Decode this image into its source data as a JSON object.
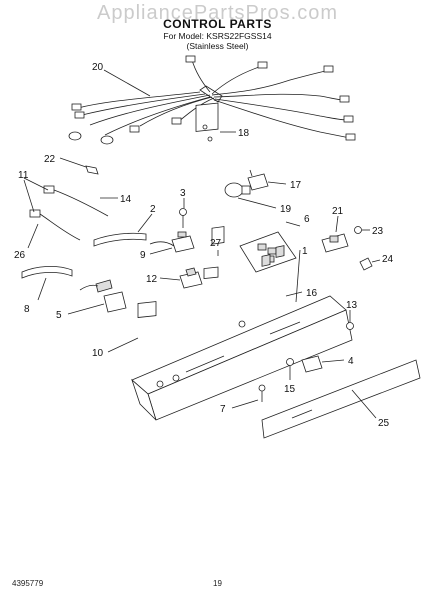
{
  "header": {
    "watermark": "AppliancePartsPros.com",
    "title": "CONTROL PARTS",
    "model_line": "For Model: KSRS22FGSS14",
    "variant_line": "(Stainless Steel)"
  },
  "footer": {
    "doc_number": "4395779",
    "page_number": "19"
  },
  "callouts": {
    "c1": "1",
    "c2": "2",
    "c3": "3",
    "c4": "4",
    "c5": "5",
    "c6": "6",
    "c7": "7",
    "c8": "8",
    "c9": "9",
    "c10": "10",
    "c11": "11",
    "c12": "12",
    "c13": "13",
    "c14": "14",
    "c15": "15",
    "c16": "16",
    "c17": "17",
    "c18": "18",
    "c19": "19",
    "c20": "20",
    "c21": "21",
    "c22": "22",
    "c23": "23",
    "c24": "24",
    "c25": "25",
    "c26": "26",
    "c27": "27"
  }
}
